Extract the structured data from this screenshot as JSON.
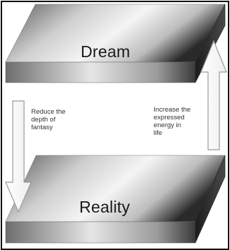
{
  "diagram": {
    "top_slab": {
      "label": "Dream"
    },
    "bottom_slab": {
      "label": "Reality"
    },
    "down_arrow": {
      "label": "Reduce the\ndepth of\nfantasy"
    },
    "up_arrow": {
      "label": "Increase the\nexpressed\nenergy in\nlife"
    }
  }
}
